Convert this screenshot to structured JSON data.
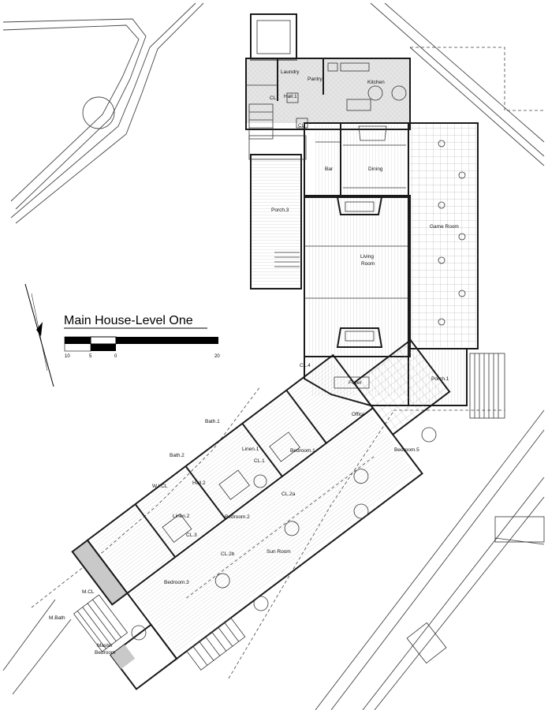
{
  "title": "Main House-Level One",
  "scale_bar": {
    "ticks": [
      "10",
      "5",
      "0",
      "20"
    ]
  },
  "rooms": {
    "laundry": "Laundry",
    "pantry": "Pantry",
    "kitchen": "Kitchen",
    "hall_1": "Hall.1",
    "cl_top": "CL",
    "cl_mid": "CL",
    "bar": "Bar",
    "dining": "Dining",
    "porch_3": "Porch.3",
    "game_room": "Game Room",
    "living_room_1": "Living",
    "living_room_2": "Room",
    "foyer": "Foyer",
    "cl_4": "CL.4",
    "porch_1": "Porch.1",
    "office": "Office",
    "bath_1": "Bath.1",
    "bath_2": "Bath.2",
    "linen_1": "Linen.1",
    "bedroom_1": "Bedroom.1",
    "bedroom_5": "Bedroom.5",
    "cl_1": "CL.1",
    "w_cl": "W.I.CL",
    "hall_2": "Hall.2",
    "cl_2a": "CL.2a",
    "linen_2": "Linen.2",
    "bedroom_2": "Bedroom.2",
    "cl_3": "CL.3",
    "cl_2b": "CL.2b",
    "sun_room": "Sun Room",
    "bedroom_3": "Bedroom.3",
    "m_cl": "M.CL",
    "m_bath": "M.Bath",
    "master_1": "Master",
    "master_2": "Bedroom"
  }
}
